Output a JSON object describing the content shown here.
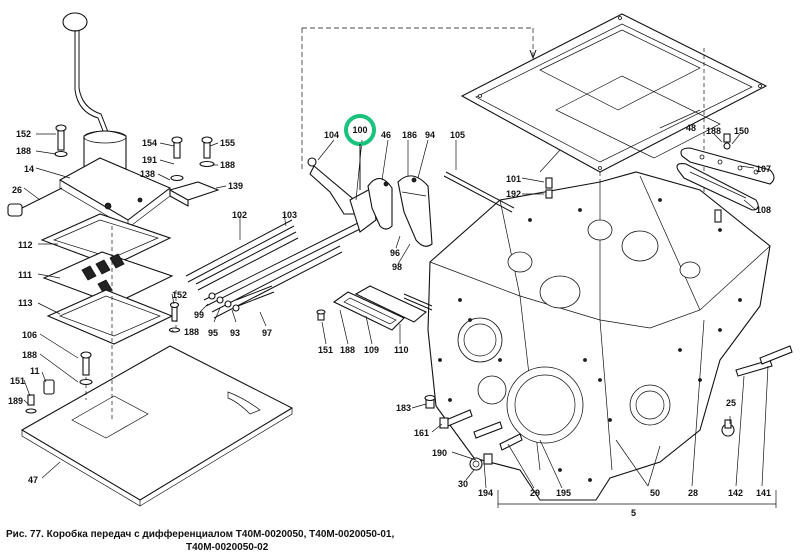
{
  "caption": {
    "line1": "Рис. 77. Коробка передач с дифференциалом Т40М-0020050, Т40М-0020050-01,",
    "line2": "Т40М-0020050-02"
  },
  "highlight": {
    "label": "100",
    "color": "#19c37d"
  },
  "callouts": [
    {
      "id": "152a",
      "text": "152"
    },
    {
      "id": "188a",
      "text": "188"
    },
    {
      "id": "14",
      "text": "14"
    },
    {
      "id": "26",
      "text": "26"
    },
    {
      "id": "112",
      "text": "112"
    },
    {
      "id": "111",
      "text": "111"
    },
    {
      "id": "113",
      "text": "113"
    },
    {
      "id": "106",
      "text": "106"
    },
    {
      "id": "188b",
      "text": "188"
    },
    {
      "id": "11",
      "text": "11"
    },
    {
      "id": "151a",
      "text": "151"
    },
    {
      "id": "189",
      "text": "189"
    },
    {
      "id": "47",
      "text": "47"
    },
    {
      "id": "154",
      "text": "154"
    },
    {
      "id": "155",
      "text": "155"
    },
    {
      "id": "191",
      "text": "191"
    },
    {
      "id": "188c",
      "text": "188"
    },
    {
      "id": "138",
      "text": "138"
    },
    {
      "id": "139",
      "text": "139"
    },
    {
      "id": "102",
      "text": "102"
    },
    {
      "id": "103",
      "text": "103"
    },
    {
      "id": "152b",
      "text": "152"
    },
    {
      "id": "188d",
      "text": "188"
    },
    {
      "id": "99",
      "text": "99"
    },
    {
      "id": "95",
      "text": "95"
    },
    {
      "id": "93",
      "text": "93"
    },
    {
      "id": "97",
      "text": "97"
    },
    {
      "id": "104",
      "text": "104"
    },
    {
      "id": "46",
      "text": "46"
    },
    {
      "id": "186",
      "text": "186"
    },
    {
      "id": "94",
      "text": "94"
    },
    {
      "id": "96",
      "text": "96"
    },
    {
      "id": "98",
      "text": "98"
    },
    {
      "id": "105",
      "text": "105"
    },
    {
      "id": "101",
      "text": "101"
    },
    {
      "id": "192",
      "text": "192"
    },
    {
      "id": "48",
      "text": "48"
    },
    {
      "id": "188e",
      "text": "188"
    },
    {
      "id": "150",
      "text": "150"
    },
    {
      "id": "107",
      "text": "107"
    },
    {
      "id": "108",
      "text": "108"
    },
    {
      "id": "151b",
      "text": "151"
    },
    {
      "id": "188f",
      "text": "188"
    },
    {
      "id": "109",
      "text": "109"
    },
    {
      "id": "110",
      "text": "110"
    },
    {
      "id": "183",
      "text": "183"
    },
    {
      "id": "161",
      "text": "161"
    },
    {
      "id": "190",
      "text": "190"
    },
    {
      "id": "30",
      "text": "30"
    },
    {
      "id": "194",
      "text": "194"
    },
    {
      "id": "29",
      "text": "29"
    },
    {
      "id": "195",
      "text": "195"
    },
    {
      "id": "50",
      "text": "50"
    },
    {
      "id": "28",
      "text": "28"
    },
    {
      "id": "25",
      "text": "25"
    },
    {
      "id": "142",
      "text": "142"
    },
    {
      "id": "141",
      "text": "141"
    },
    {
      "id": "5",
      "text": "5"
    }
  ]
}
